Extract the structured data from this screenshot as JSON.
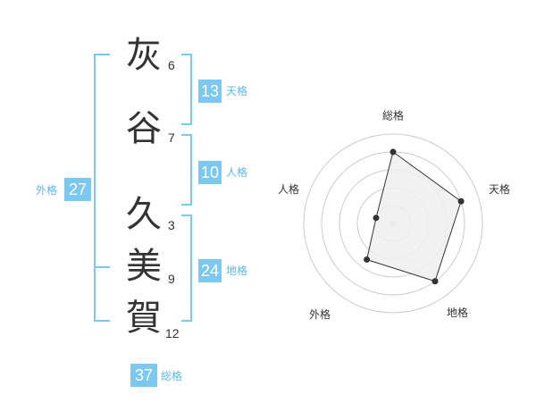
{
  "name": {
    "chars": [
      {
        "char": "灰",
        "strokes": "6"
      },
      {
        "char": "谷",
        "strokes": "7"
      },
      {
        "char": "久",
        "strokes": "3"
      },
      {
        "char": "美",
        "strokes": "9"
      },
      {
        "char": "賀",
        "strokes": "12"
      }
    ]
  },
  "fortunes": {
    "tenkaku": {
      "value": "13",
      "label": "天格"
    },
    "jinkaku": {
      "value": "10",
      "label": "人格"
    },
    "chikaku": {
      "value": "24",
      "label": "地格"
    },
    "gaikaku": {
      "value": "27",
      "label": "外格"
    },
    "soukaku": {
      "value": "37",
      "label": "総格"
    }
  },
  "colors": {
    "accent": "#7cc8f0",
    "label": "#5cb8e6",
    "text": "#333333",
    "radar_fill": "#eeeeee",
    "grid": "#cccccc"
  },
  "chart_data": {
    "type": "radar",
    "axes": [
      "総格",
      "天格",
      "地格",
      "外格",
      "人格"
    ],
    "values": [
      4,
      4,
      4,
      2.5,
      1
    ],
    "rmax": 5,
    "rings": 5
  }
}
